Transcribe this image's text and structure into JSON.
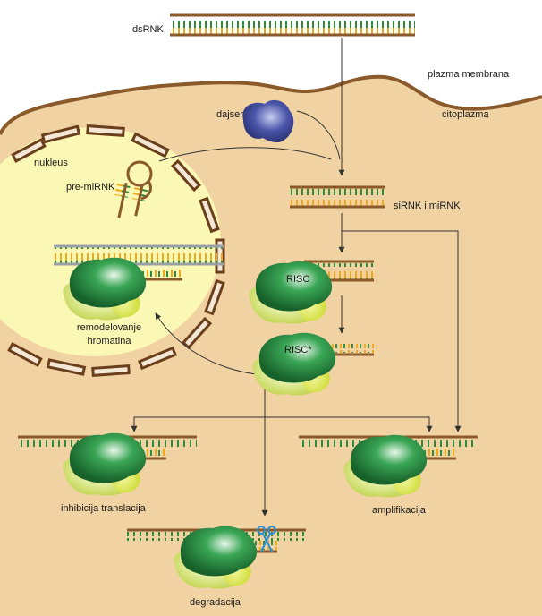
{
  "labels": {
    "dsrna": "dsRNK",
    "plasma_membrane": "plazma membrana",
    "dicer": "dajser",
    "cytoplasm": "citoplazma",
    "nucleus": "nukleus",
    "pre_mirna": "pre-miRNK",
    "sirna_mirna": "siRNK i miRNK",
    "risc": "RISC",
    "risc_active": "RISC*",
    "chromatin_line1": "remodelovanje",
    "chromatin_line2": "hromatina",
    "translation_inhibition": "inhibicija translacija",
    "amplification": "amplifikacija",
    "degradation": "degradacija"
  },
  "colors": {
    "cytoplasm": "#f0d2a3",
    "nucleus": "#fbf7b4",
    "strand_brown": "#8a5a2b",
    "nucleotide_green": "#2e8b3a",
    "nucleotide_orange": "#f0a81c",
    "dicer_blue": "#4a55a8",
    "risc_dark_green": "#1f8a3a",
    "risc_light_green": "#d6e86a",
    "arrow": "#333333",
    "scissors": "#2a8fd6"
  }
}
